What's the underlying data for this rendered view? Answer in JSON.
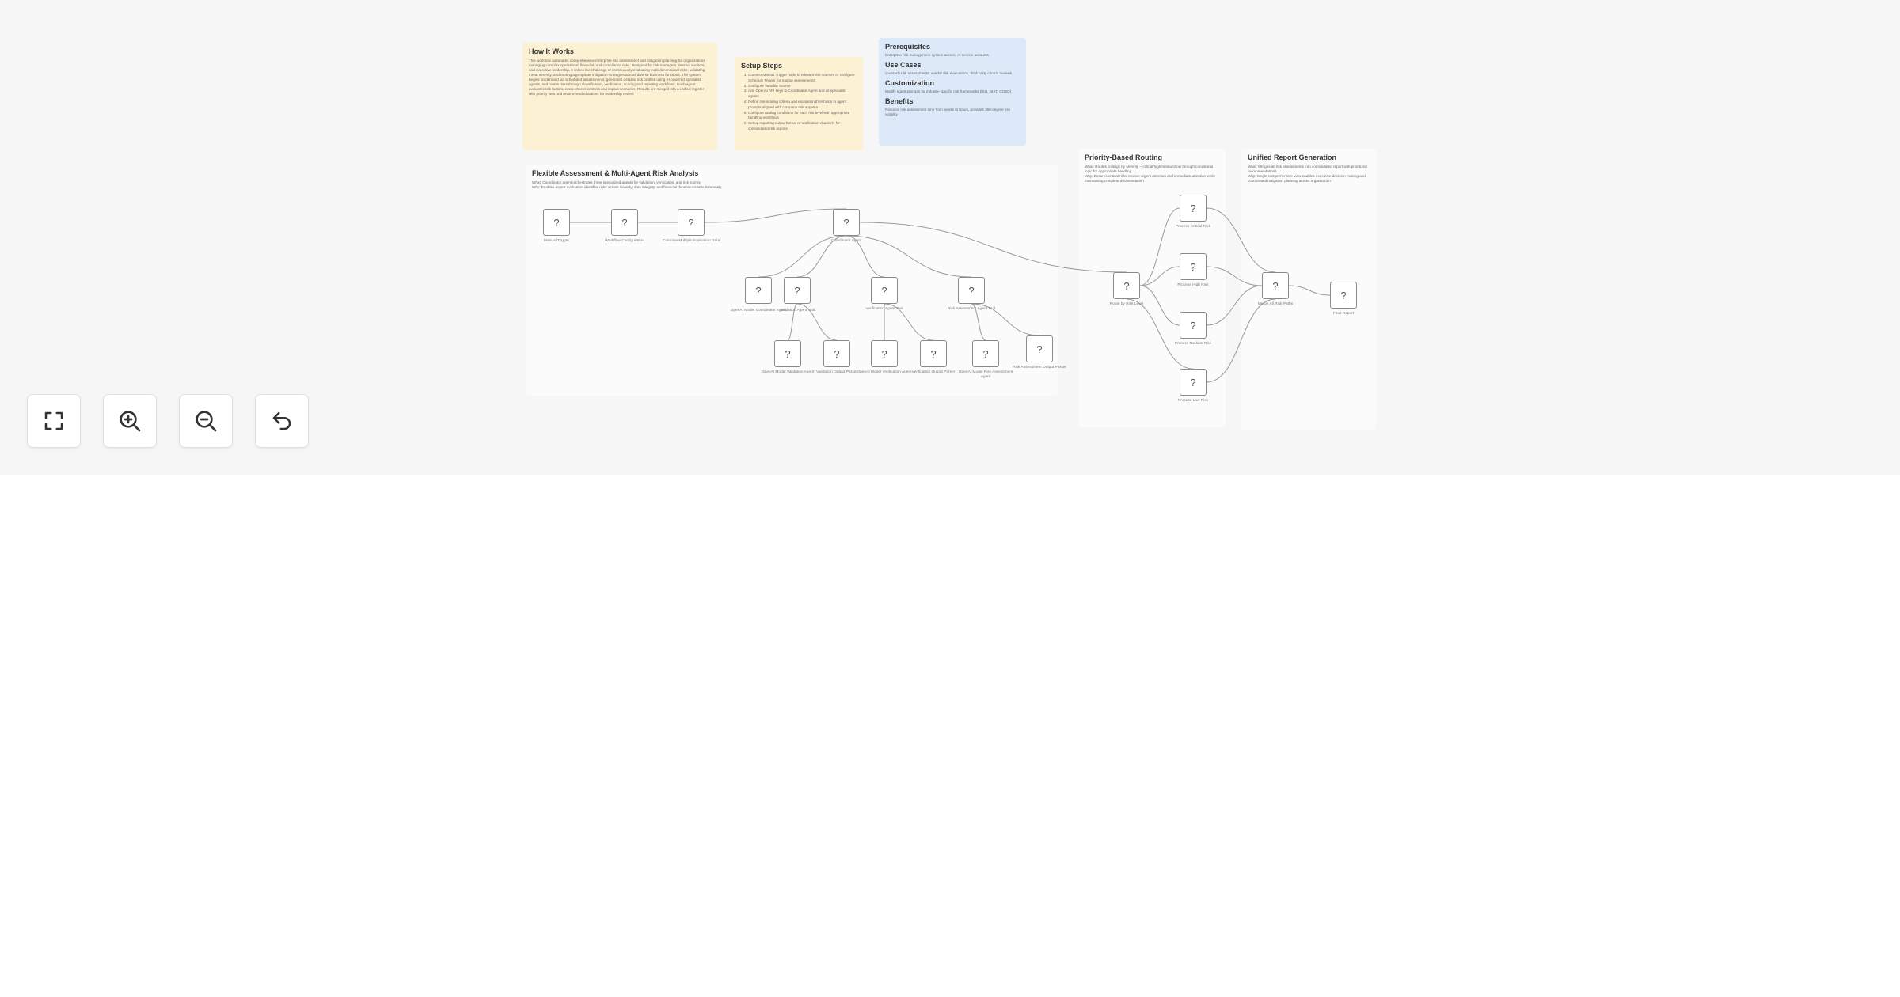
{
  "notes": {
    "how_it_works": {
      "title": "How It Works",
      "body": "This workflow automates comprehensive enterprise risk assessment and mitigation planning for organizations managing complex operational, financial, and compliance risks. Designed for risk managers, internal auditors, and executive leadership, it solves the challenge of continuously evaluating multi-dimensional risks, validating threat severity, and routing appropriate mitigation strategies across diverse business functions. The system begins on demand via scheduled assessments, generates detailed risk profiles using AI-powered specialist agents, and routes risks through classification, verification, scoring and reporting workflows. Each agent evaluates risk factors, cross-checks controls and impact scenarios. Results are merged into a unified register with priority tiers and recommended actions for leadership review."
    },
    "setup_steps": {
      "title": "Setup Steps",
      "steps": [
        "Connect Manual Trigger node to relevant risk sources or configure Schedule Trigger for routine assessments",
        "Configure Variable Source",
        "Add OpenAI API keys to Coordinator Agent and all specialist agents",
        "Define risk scoring criteria and escalation thresholds in agent prompts aligned with company risk appetite",
        "Configure routing conditions for each risk level with appropriate handling workflows",
        "Set up reporting output format or notification channels for consolidated risk reports"
      ]
    },
    "info": {
      "prerequisites_title": "Prerequisites",
      "prerequisites_body": "Enterprise risk management system access, AI service accounts",
      "use_cases_title": "Use Cases",
      "use_cases_body": "Quarterly risk assessments, vendor risk evaluations, third-party control reviews",
      "customization_title": "Customization",
      "customization_body": "Modify agent prompts for industry-specific risk frameworks (ISO, NIST, COSO)",
      "benefits_title": "Benefits",
      "benefits_body": "Reduces risk assessment time from weeks to hours, provides 360-degree risk visibility"
    }
  },
  "sections": {
    "flexible": {
      "title": "Flexible Assessment & Multi-Agent Risk Analysis",
      "what": "What: Coordinator agent orchestrates three specialized agents for validation, verification, and risk scoring",
      "why": "Why: Enables expert evaluation identifies risks across severity, data integrity, and financial dimensions simultaneously"
    },
    "priority": {
      "title": "Priority-Based Routing",
      "what": "What: Routes findings by severity – critical/high/medium/low through conditional logic for appropriate handling",
      "why": "Why: Ensures critical risks receive urgent attention and immediate attention while maintaining complete documentation"
    },
    "unified": {
      "title": "Unified Report Generation",
      "what": "What: Merges all risk assessments into consolidated report with prioritized recommendations",
      "why": "Why: Single comprehensive view enables executive decision-making and coordinated mitigation planning across organization"
    }
  },
  "nodes": [
    {
      "id": "manual",
      "icon": "question-mark",
      "label": "Manual Trigger"
    },
    {
      "id": "workflow_config",
      "icon": "question-mark",
      "label": "Workflow Configuration"
    },
    {
      "id": "combine",
      "icon": "question-mark",
      "label": "Combine Multiple Evaluation Data"
    },
    {
      "id": "coordinator",
      "icon": "question-mark",
      "label": "Coordinator Agent"
    },
    {
      "id": "openai_coord",
      "icon": "question-mark",
      "label": "OpenAI Model Coordinator Agent"
    },
    {
      "id": "validation_tool",
      "icon": "question-mark",
      "label": "Validation Agent Tool"
    },
    {
      "id": "verification_tool",
      "icon": "question-mark",
      "label": "Verification Agent Tool"
    },
    {
      "id": "risk_tool",
      "icon": "question-mark",
      "label": "Risk Assessment Agent Tool"
    },
    {
      "id": "openai_validation",
      "icon": "question-mark",
      "label": "OpenAI Model Validation Agent"
    },
    {
      "id": "validation_parser",
      "icon": "question-mark",
      "label": "Validation Output Parser"
    },
    {
      "id": "openai_verification",
      "icon": "question-mark",
      "label": "OpenAI Model Verification Agent"
    },
    {
      "id": "verification_parser",
      "icon": "question-mark",
      "label": "Verification Output Parser"
    },
    {
      "id": "openai_risk",
      "icon": "question-mark",
      "label": "OpenAI Model Risk Assessment Agent"
    },
    {
      "id": "risk_parser",
      "icon": "question-mark",
      "label": "Risk Assessment Output Parser"
    },
    {
      "id": "route",
      "icon": "question-mark",
      "label": "Route by Risk Level"
    },
    {
      "id": "critical",
      "icon": "question-mark",
      "label": "Process Critical Risk"
    },
    {
      "id": "high",
      "icon": "question-mark",
      "label": "Process High Risk"
    },
    {
      "id": "medium",
      "icon": "question-mark",
      "label": "Process Medium Risk"
    },
    {
      "id": "low",
      "icon": "question-mark",
      "label": "Process Low Risk"
    },
    {
      "id": "merge",
      "icon": "question-mark",
      "label": "Merge All Risk Paths"
    },
    {
      "id": "final",
      "icon": "question-mark",
      "label": "Final Report"
    }
  ],
  "controls": [
    {
      "id": "fit",
      "icon": "fullscreen-icon",
      "label": "Fit to view"
    },
    {
      "id": "zoom_in",
      "icon": "zoom-in-icon",
      "label": "Zoom in"
    },
    {
      "id": "zoom_out",
      "icon": "zoom-out-icon",
      "label": "Zoom out"
    },
    {
      "id": "reset",
      "icon": "undo-icon",
      "label": "Reset zoom"
    }
  ]
}
